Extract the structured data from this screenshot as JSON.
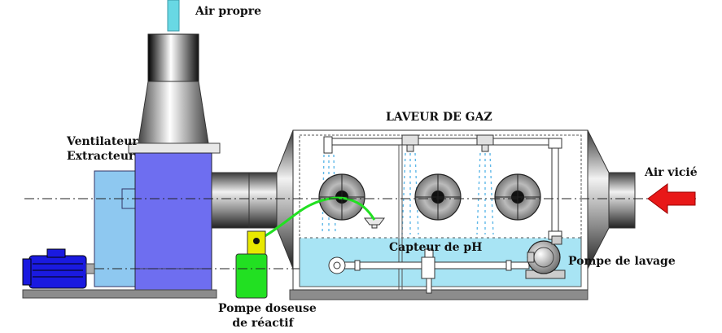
{
  "labels": {
    "clean_air": "Air propre",
    "scrubber_title": "LAVEUR DE GAZ",
    "fan_line1": "Ventilateur",
    "fan_line2": "Extracteur",
    "dirty_air": "Air vicié",
    "ph_sensor": "Capteur de pH",
    "wash_pump": "Pompe de lavage",
    "dosing_line1": "Pompe doseuse",
    "dosing_line2": "de réactif"
  },
  "icons": {
    "inlet_arrow": "red-arrow-left-icon",
    "motor": "electric-motor-icon",
    "fan": "centrifugal-fan-icon",
    "dosing_pump": "dosing-pump-icon",
    "wash_pump": "centrifugal-pump-icon",
    "spray_nozzles": "spray-nozzle-icon",
    "packing_discs": "packing-disc-icon",
    "ph_probe": "ph-probe-icon"
  },
  "colors": {
    "fan_body": "#6E6EF0",
    "fan_housing": "#8EC8F0",
    "motor": "#1A1AE0",
    "water": "#A8E4F4",
    "dosing_tank": "#22E022",
    "reagent_line": "#22E022",
    "arrow": "#E81818",
    "clean_air_duct": "#68D8E4",
    "base": "#8C8C8C"
  }
}
